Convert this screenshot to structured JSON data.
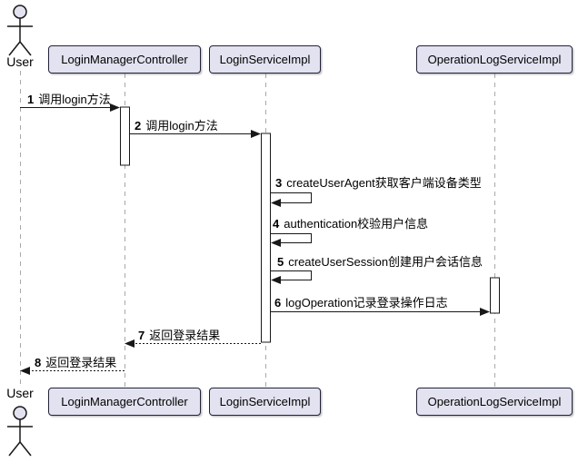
{
  "diagram": {
    "type": "uml-sequence-diagram",
    "actor": {
      "name": "User"
    },
    "participants": [
      {
        "name": "LoginManagerController"
      },
      {
        "name": "LoginServiceImpl"
      },
      {
        "name": "OperationLogServiceImpl"
      }
    ],
    "messages": [
      {
        "num": "1",
        "text": "调用login方法",
        "from": "User",
        "to": "LoginManagerController",
        "line": "solid"
      },
      {
        "num": "2",
        "text": "调用login方法",
        "from": "LoginManagerController",
        "to": "LoginServiceImpl",
        "line": "solid"
      },
      {
        "num": "3",
        "text": "createUserAgent获取客户端设备类型",
        "from": "LoginServiceImpl",
        "to": "LoginServiceImpl",
        "line": "self"
      },
      {
        "num": "4",
        "text": "authentication校验用户信息",
        "from": "LoginServiceImpl",
        "to": "LoginServiceImpl",
        "line": "self"
      },
      {
        "num": "5",
        "text": "createUserSession创建用户会话信息",
        "from": "LoginServiceImpl",
        "to": "LoginServiceImpl",
        "line": "self"
      },
      {
        "num": "6",
        "text": "logOperation记录登录操作日志",
        "from": "LoginServiceImpl",
        "to": "OperationLogServiceImpl",
        "line": "solid"
      },
      {
        "num": "7",
        "text": "返回登录结果",
        "from": "LoginServiceImpl",
        "to": "LoginManagerController",
        "line": "dashed"
      },
      {
        "num": "8",
        "text": "返回登录结果",
        "from": "LoginManagerController",
        "to": "User",
        "line": "dashed"
      }
    ],
    "colors": {
      "background": "#FFFFFF",
      "participant_fill": "#E2E2F0",
      "participant_border": "#23233A",
      "lifeline": "#A8A8A8",
      "message_line": "#181818",
      "activation_fill": "#FFFFFF",
      "activation_border": "#181818",
      "text": "#000000"
    }
  }
}
